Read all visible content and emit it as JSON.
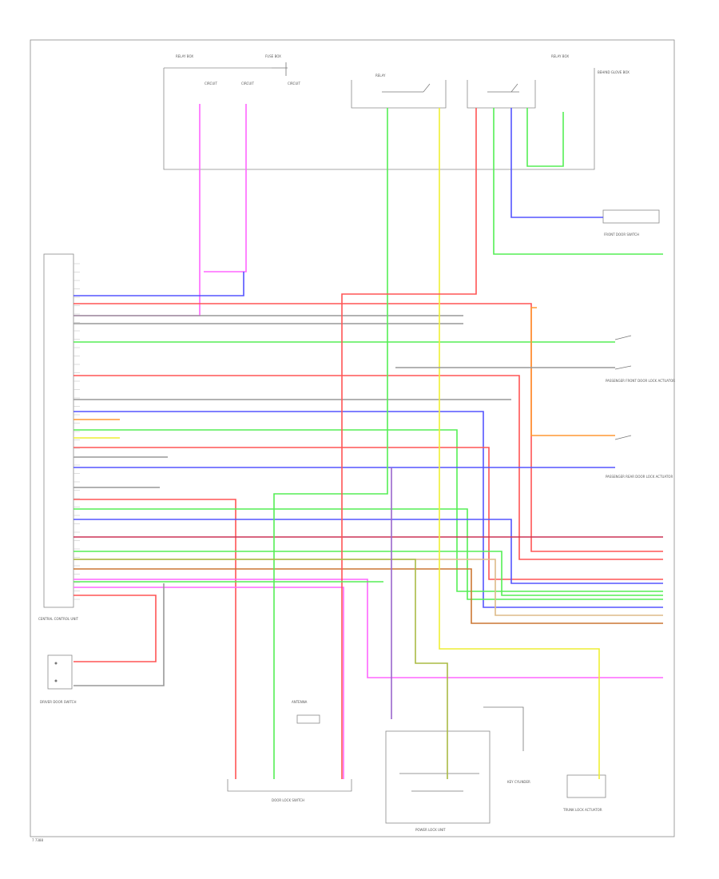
{
  "diagram": {
    "footer_code": "7 7388",
    "colors": {
      "pink": "#ff66ff",
      "blue": "#5555ff",
      "red": "#ff5555",
      "green": "#55ee55",
      "yellow": "#eeee33",
      "gray": "#999999",
      "orange": "#ff9933",
      "brown": "#cc7733",
      "violet": "#9966cc",
      "olive": "#aabb44",
      "darkred": "#cc3355",
      "tan": "#ddbb88"
    },
    "components": {
      "top_left": {
        "label": "RELAY BOX"
      },
      "top_mid": {
        "label": "FUSE BOX"
      },
      "top_right": {
        "label": "RELAY BOX"
      },
      "top_right_side": {
        "label": "BEHIND GLOVE BOX"
      },
      "right_upper": {
        "label": "FRONT DOOR SWITCH"
      },
      "right_mid1": {
        "label": "PASSENGER FRONT DOOR LOCK ACTUATOR"
      },
      "right_mid2": {
        "label": "PASSENGER REAR DOOR LOCK ACTUATOR"
      },
      "left_module": {
        "label": "CENTRAL CONTROL UNIT"
      },
      "left_switch": {
        "label": "DRIVER DOOR SWITCH"
      },
      "bottom_mid": {
        "label": "DOOR LOCK SWITCH"
      },
      "bottom_center": {
        "label": "ANTENNA"
      },
      "bottom_right_a": {
        "label": "POWER LOCK UNIT"
      },
      "bottom_right_b": {
        "label": "KEY CYLINDER"
      },
      "bottom_right_c": {
        "label": "TRUNK LOCK ACTUATOR"
      }
    }
  }
}
